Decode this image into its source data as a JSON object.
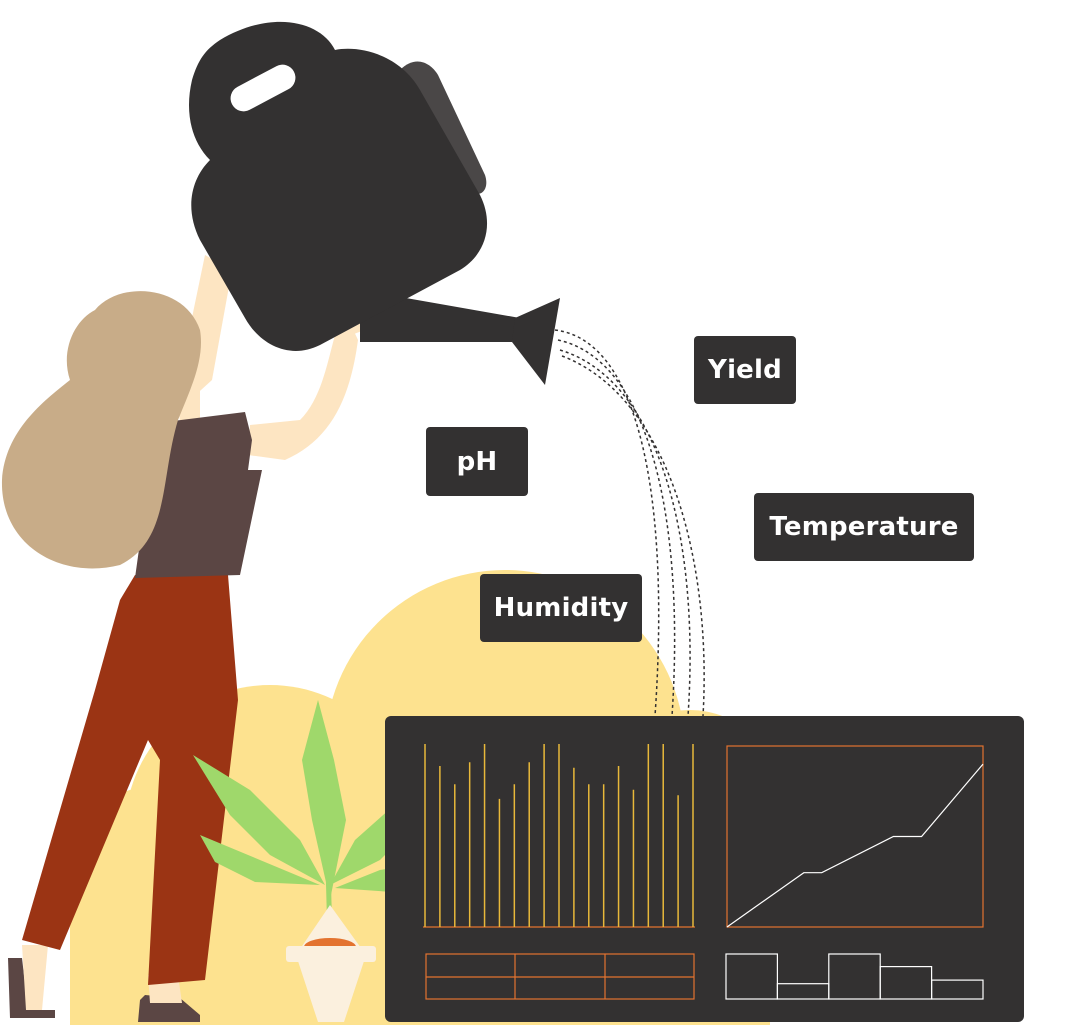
{
  "labels": {
    "yield": "Yield",
    "ph": "pH",
    "temperature": "Temperature",
    "humidity": "Humidity"
  },
  "colors": {
    "panel": "#333131",
    "cloud": "#fde28f",
    "bar_yellow": "#e8b83a",
    "bar_orange": "#e3732f",
    "leaf": "#9fd86b",
    "hair": "#c8ac88",
    "skin": "#fde5c2",
    "shirt": "#5b4644",
    "pants": "#9b3414",
    "pot": "#fbf0de"
  },
  "icons": [
    "watering-can-icon",
    "plant-icon",
    "woman-gardener-icon"
  ],
  "bar_chart": {
    "values": [
      100,
      88,
      78,
      90,
      100,
      70,
      78,
      90,
      100,
      100,
      87,
      78,
      78,
      88,
      75,
      100,
      100,
      72,
      100
    ]
  },
  "line_chart": {
    "points": [
      [
        0,
        0
      ],
      [
        0.3,
        0.3
      ],
      [
        0.37,
        0.3
      ],
      [
        0.65,
        0.5
      ],
      [
        0.76,
        0.5
      ],
      [
        1,
        0.9
      ]
    ]
  },
  "step_chart": {
    "values": [
      1.0,
      0.34,
      1.0,
      0.72,
      0.42
    ]
  }
}
